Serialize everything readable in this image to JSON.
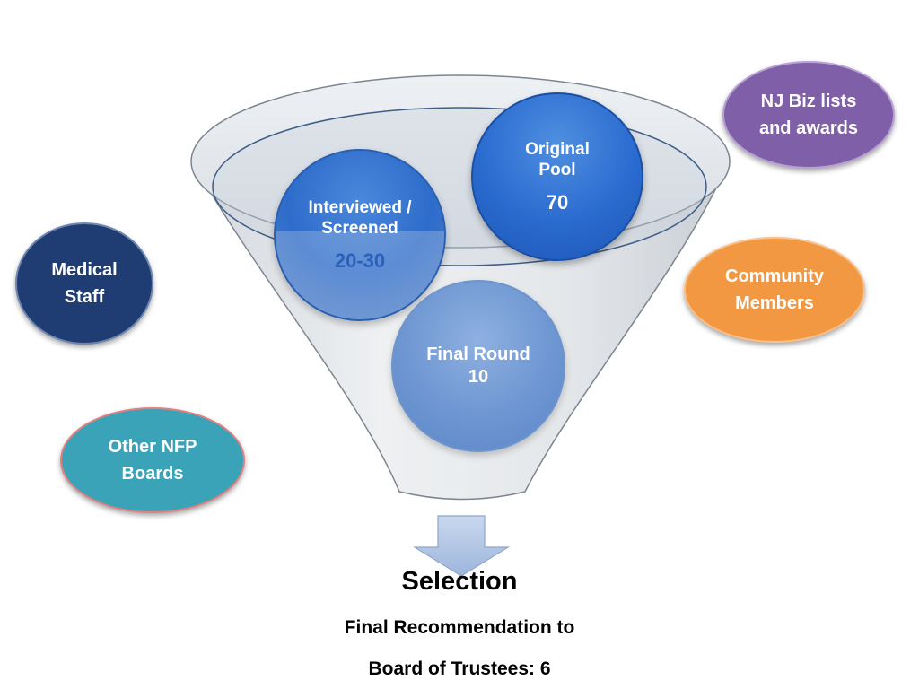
{
  "funnel": {
    "original_pool": {
      "label": "Original Pool",
      "value": "70"
    },
    "interviewed": {
      "label": "Interviewed / Screened",
      "value": "20-30"
    },
    "final_round": {
      "label": "Final Round",
      "value": "10"
    }
  },
  "sources": {
    "nj_biz": "NJ Biz lists and awards",
    "community": "Community Members",
    "medical": "Medical Staff",
    "other_nfp": "Other NFP Boards"
  },
  "selection": {
    "title": "Selection",
    "line1": "Final Recommendation to",
    "line2": "Board of Trustees: 6"
  },
  "colors": {
    "original_pool": "#2a6bd0",
    "interviewed": "#2e6ccb",
    "final_round": "#6d96d2",
    "nj_biz": "#7f5fa8",
    "community": "#f39842",
    "medical": "#1f3d72",
    "other_nfp": "#3aa3b8",
    "arrow": "#b4c8e6"
  }
}
